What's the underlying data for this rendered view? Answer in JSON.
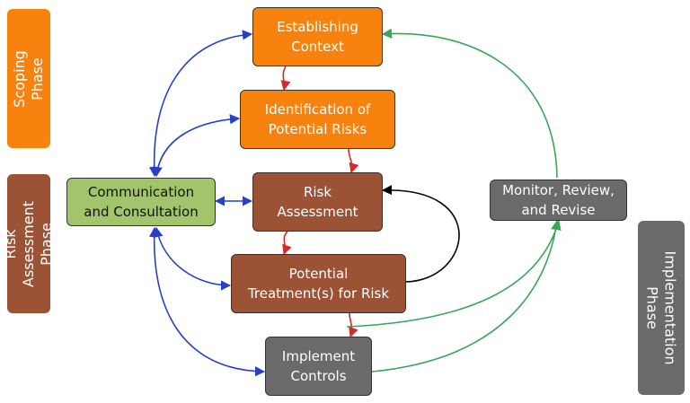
{
  "phases": {
    "scoping": "Scoping\nPhase",
    "risk_assessment": "Risk Assessment\nPhase",
    "implementation": "Implementation\nPhase"
  },
  "nodes": {
    "establishing_context": "Establishing\nContext",
    "identification": "Identification of\nPotential Risks",
    "risk_assessment": "Risk\nAssessment",
    "potential_treatment": "Potential\nTreatment(s) for Risk",
    "implement_controls": "Implement\nControls",
    "communication": "Communication\nand Consultation",
    "monitor": "Monitor, Review,\nand Revise"
  },
  "colors": {
    "orange": "#f7820e",
    "brown": "#9c5234",
    "green_box": "#a2c56b",
    "gray": "#6a6a6a",
    "blue_arrow": "#2740c8",
    "red_arrow": "#d42a2a",
    "green_arrow": "#3aa65a",
    "black_arrow": "#000000"
  }
}
